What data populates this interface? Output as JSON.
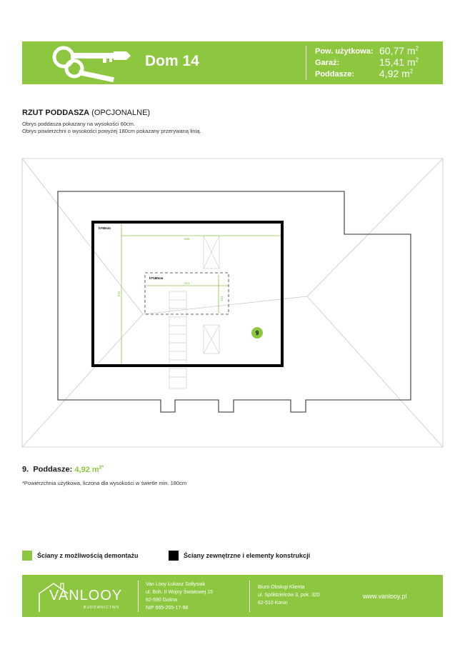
{
  "header": {
    "title": "Dom 14",
    "stats": [
      {
        "label": "Pow. użytkowa:",
        "value": "60,77 m",
        "sup": "2"
      },
      {
        "label": "Garaż:",
        "value": "15,41 m",
        "sup": "2"
      },
      {
        "label": "Poddasze:",
        "value": "4,92 m",
        "sup": "2"
      }
    ],
    "colors": {
      "accent": "#8dc63f",
      "walls": "#000000"
    }
  },
  "section": {
    "title_bold": "RZUT PODDASZA",
    "title_rest": " (OPCJONALNE)",
    "note1": "Obrys poddasza pokazany na wysokości 60cm.",
    "note2": "Obrys powierzchni o wysokości powyżej 180cm pokazany przerywaną linią."
  },
  "plan": {
    "label_h60": "h=60cm",
    "label_h180": "h=180cm",
    "dim_688": "688",
    "dim_321": "321",
    "dim_525": "525",
    "dim_154": "154",
    "room_marker": "9"
  },
  "room": {
    "number": "9.",
    "name": "Poddasze:",
    "area": "4,92 m",
    "sup": "2*"
  },
  "footnote": "*Powierzchnia użytkowa, liczona dla wysokości w świetle min. 180cm",
  "legend": {
    "green_label": "Ściany z możliwością demontażu",
    "black_label": "Ściany zewnętrzne i elementy konstrukcji"
  },
  "footer": {
    "logo": "VANLOOY",
    "logo_sub": "BUDOWNICTWO",
    "company": [
      "Van Looy Łukasz Sołtysiak",
      "ul. Boh. II Wojny Światowej 15",
      "62-590 Golina",
      "NIP 665-255-17-98"
    ],
    "office": [
      "Biuro Obsługi Klienta",
      "ul. Spółdzielców 3, pok. 320",
      "62-510 Konin"
    ],
    "website": "www.vanlooy.pl"
  }
}
